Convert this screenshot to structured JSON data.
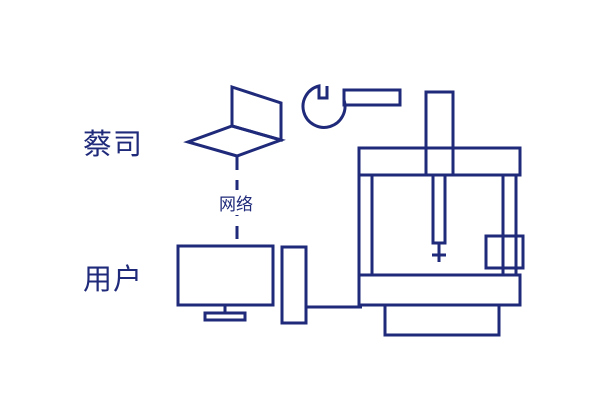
{
  "labels": {
    "vendor": "蔡司",
    "user": "用户",
    "network": "网络"
  },
  "colors": {
    "stroke": "#1f2a7a",
    "background": "#ffffff"
  },
  "icons": {
    "vendor_device": "laptop-icon",
    "tool": "wrench-icon",
    "user_device": "monitor-icon",
    "controller": "controller-tower-icon",
    "machine": "cmm-machine-icon"
  }
}
